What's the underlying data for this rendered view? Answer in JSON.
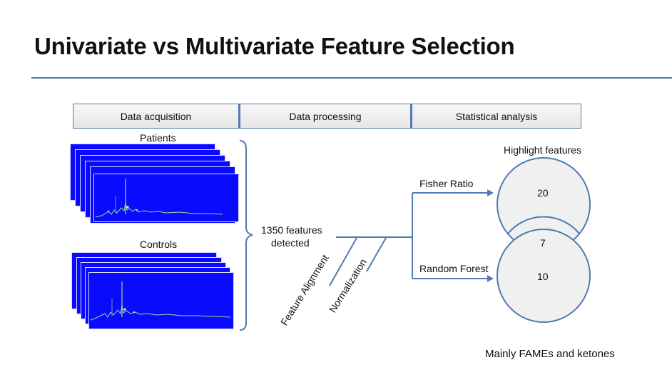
{
  "slide": {
    "title": "Univariate vs Multivariate Feature Selection"
  },
  "stages": [
    "Data acquisition",
    "Data processing",
    "Statistical analysis"
  ],
  "groups": {
    "patients": "Patients",
    "controls": "Controls"
  },
  "features": {
    "line1": "1350 features",
    "line2": "detected"
  },
  "processing_steps": [
    "Feature Alignment",
    "Normalization"
  ],
  "methods": {
    "fisher": "Fisher Ratio",
    "random_forest": "Random Forest"
  },
  "venn": {
    "heading": "Highlight features",
    "fisher_only": "20",
    "overlap": "7",
    "rf_only": "10"
  },
  "caption": "Mainly FAMEs and ketones",
  "colors": {
    "accent": "#4f7ab3",
    "chromatogram": "#0a0aff",
    "circle_fill": "#f0f0f0"
  }
}
